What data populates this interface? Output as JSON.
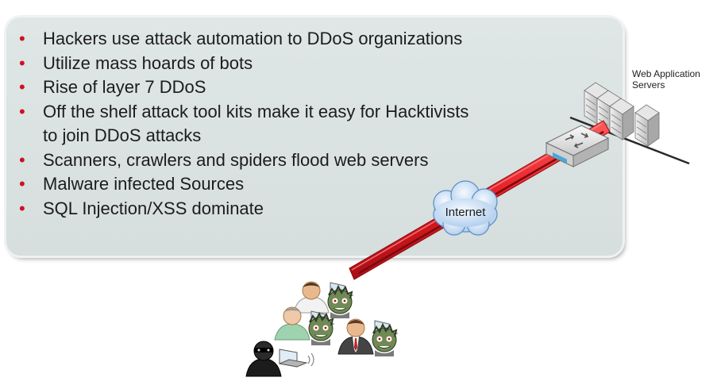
{
  "bullets": [
    "Hackers use attack automation to DDoS organizations",
    "Utilize mass hoards of bots",
    "Rise of layer 7 DDoS",
    "Off the shelf attack tool kits make it easy for Hacktivists\nto join DDoS attacks",
    "Scanners, crawlers and spiders flood web servers",
    "Malware infected Sources",
    "SQL Injection/XSS dominate"
  ],
  "servers_label": "Web Application\nServers",
  "internet_label": "Internet",
  "colors": {
    "bullet": "#cc1122",
    "attack_beam": "#e8202e",
    "panel": "#d9e0e0",
    "cloud": "#cfe3f5"
  },
  "icons": [
    "server-rack-icon",
    "network-switch-icon",
    "internet-cloud-icon",
    "attack-beam-icon",
    "hacker-icon",
    "bot-zombie-icon",
    "user-icon",
    "laptop-icon"
  ]
}
